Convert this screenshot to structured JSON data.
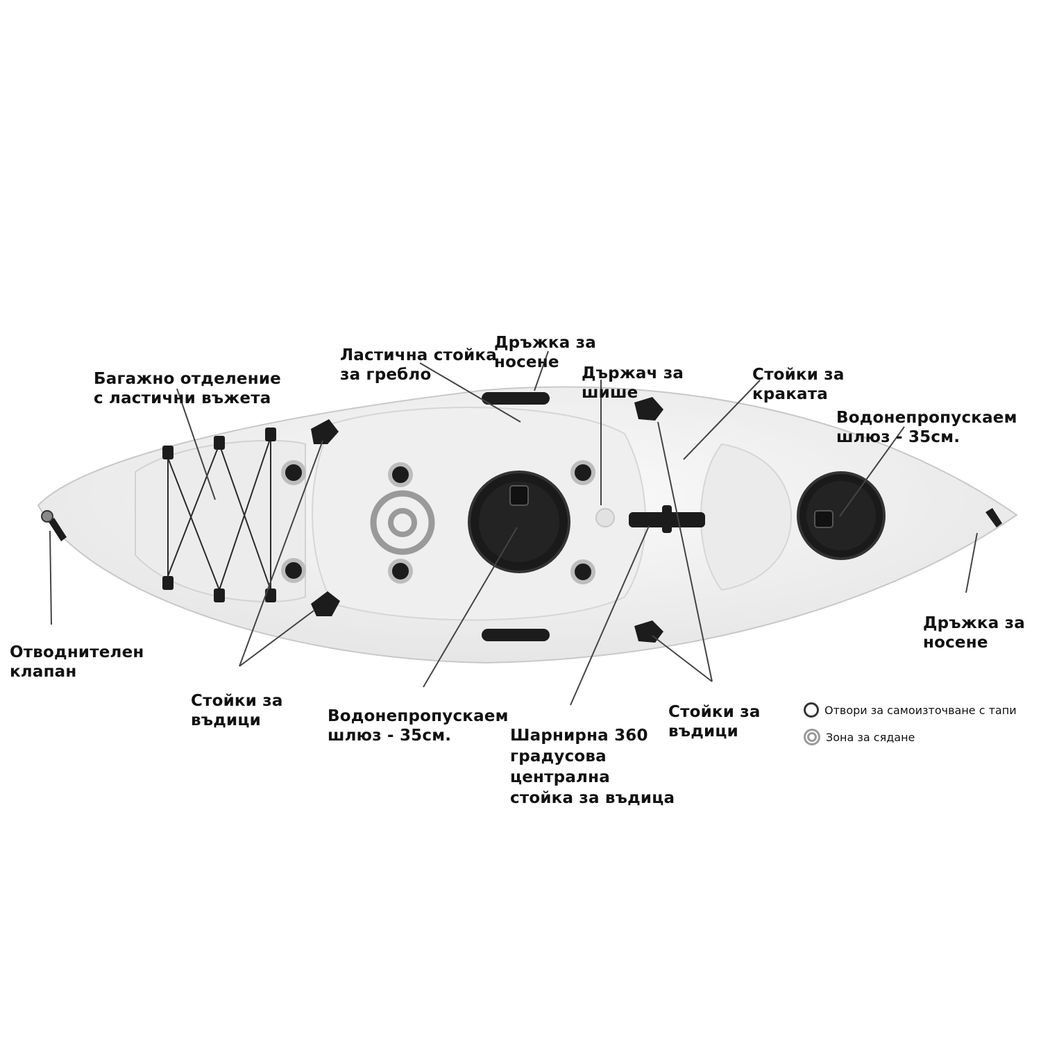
{
  "labels": {
    "luggage": [
      "Багажно отделение",
      "с ластични въжета"
    ],
    "paddle_holder": [
      "Ластична стойка",
      "за гребло"
    ],
    "handle_top": [
      "Дръжка за",
      "носене"
    ],
    "bottle_holder": [
      "Държач за",
      "шише"
    ],
    "foot_rests": [
      "Стойки за",
      "краката"
    ],
    "hatch_right": [
      "Водонепропускаем",
      "шлюз - 35см."
    ],
    "drain_valve": [
      "Отводнителен",
      "клапан"
    ],
    "rod_holders_left": [
      "Стойки за",
      "въдици"
    ],
    "hatch_center": [
      "Водонепропускаем",
      "шлюз - 35см."
    ],
    "swivel_rod": [
      "Шарнирна 360",
      "градусова",
      "централна",
      "стойка за въдица"
    ],
    "rod_holders_right": [
      "Стойки за",
      "въдици"
    ],
    "handle_right": [
      "Дръжка за",
      "носене"
    ]
  },
  "legend": {
    "scupper_holes": "Отвори за самоизточване с тапи",
    "seat_zone": "Зона за сядане"
  },
  "colors": {
    "hull": "#f4f4f4",
    "hull_edge": "#cfcfcf",
    "fitting": "#1c1c1c",
    "seat_ring": "#9a9a9a",
    "leader": "#444444"
  }
}
